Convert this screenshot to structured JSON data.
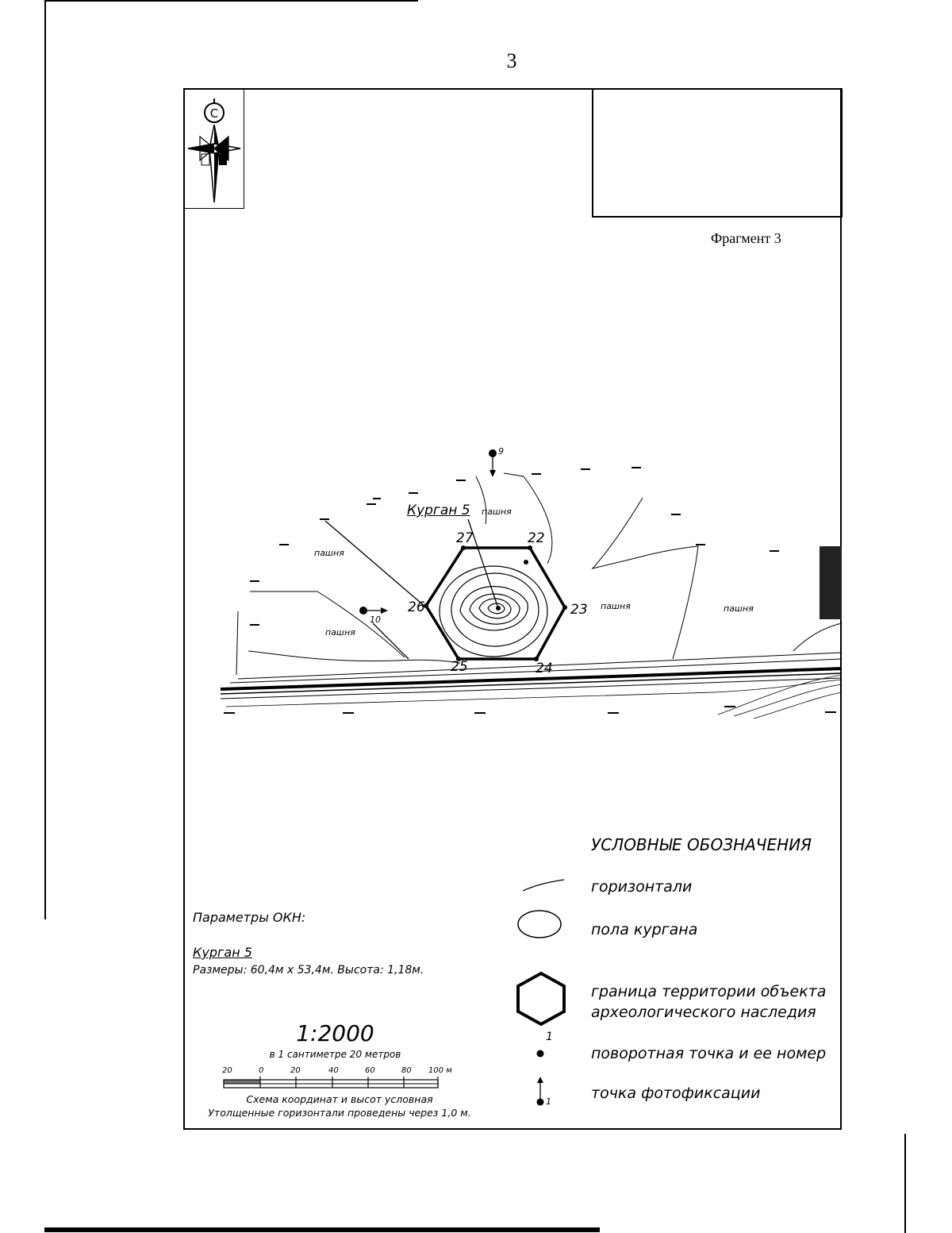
{
  "page_number": "3",
  "fragment_label": "Фрагмент 3",
  "compass": {
    "letter": "С",
    "icon": "north-arrow-compass-icon"
  },
  "map": {
    "mound_label": "Курган 5",
    "field_labels": [
      "пашня",
      "пашня",
      "пашня",
      "пашня",
      "пашня"
    ],
    "boundary_points": [
      "22",
      "23",
      "24",
      "25",
      "26",
      "27"
    ],
    "photo_points": [
      "9",
      "10"
    ]
  },
  "legend": {
    "title": "УСЛОВНЫЕ ОБОЗНАЧЕНИЯ",
    "items": [
      {
        "icon": "contour-line-icon",
        "label": "горизонтали"
      },
      {
        "icon": "mound-floor-ellipse-icon",
        "label": "пола кургана"
      },
      {
        "icon": "hexagon-boundary-icon",
        "label": "граница территории объекта",
        "label2": "археологического наследия"
      },
      {
        "icon": "turning-point-icon",
        "marker": "1",
        "label": "поворотная точка и ее номер"
      },
      {
        "icon": "photo-point-icon",
        "marker": "1",
        "label": "точка фотофиксации"
      }
    ]
  },
  "parameters": {
    "title": "Параметры ОКН:",
    "mound_name": "Курган 5",
    "dimensions": "Размеры: 60,4м х 53,4м. Высота: 1,18м."
  },
  "scale": {
    "ratio": "1:2000",
    "subtitle": "в 1 сантиметре 20 метров",
    "ticks": [
      "20",
      "0",
      "20",
      "40",
      "60",
      "80",
      "100 м"
    ],
    "note1": "Схема координат и высот условная",
    "note2": "Утолщенные горизонтали проведены через 1,0 м."
  }
}
